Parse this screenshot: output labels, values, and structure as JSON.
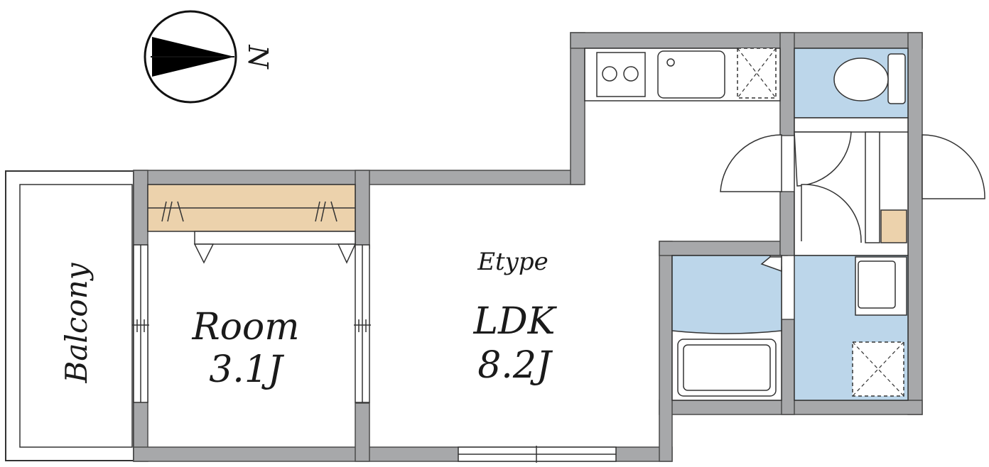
{
  "plan": {
    "type_label": "Etype",
    "ldk": {
      "name": "LDK",
      "size": "8.2J"
    },
    "room": {
      "name": "Room",
      "size": "3.1J"
    },
    "balcony": {
      "name": "Balcony"
    },
    "compass": {
      "north_label": "N"
    }
  },
  "colors": {
    "wall": "#a7a8aa",
    "wall_edge": "#4a4a4a",
    "wet_area": "#bcd6ea",
    "storage": "#ecd2ac",
    "background": "#ffffff"
  }
}
